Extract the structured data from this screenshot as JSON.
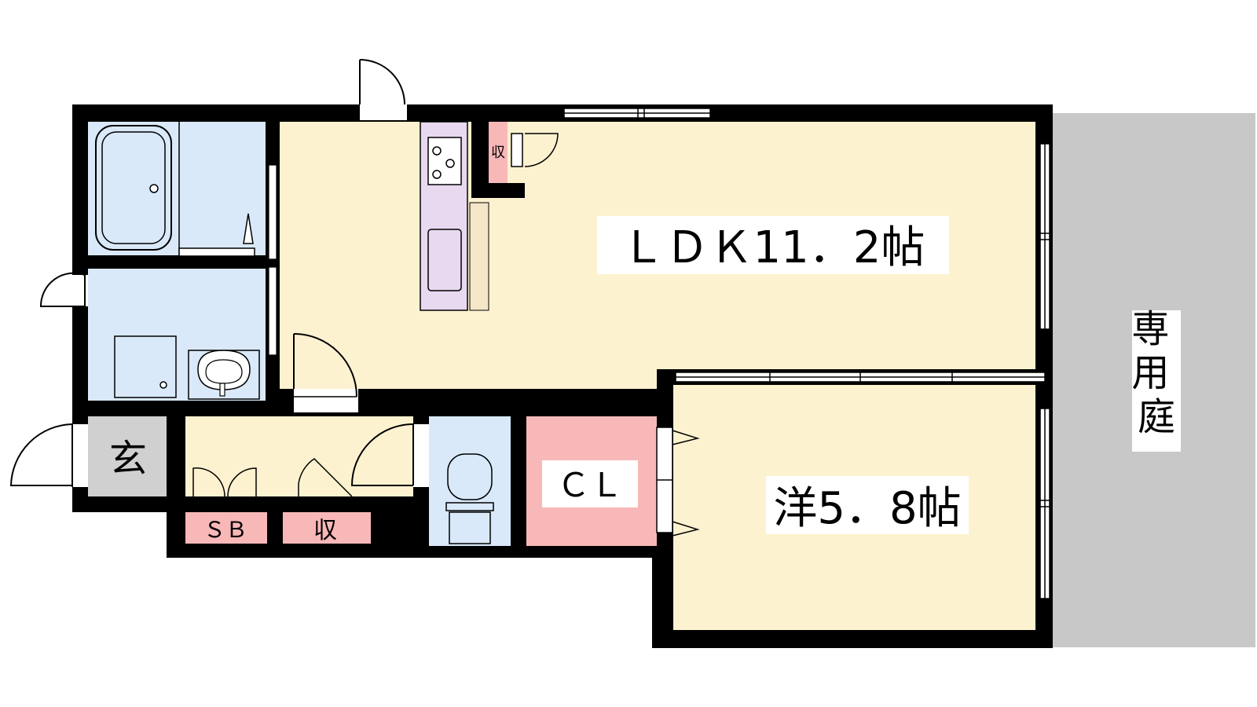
{
  "rooms": {
    "ldk": "ＬＤＫ11．2帖",
    "western": "洋5．8帖",
    "cl": "ＣＬ",
    "entrance": "玄",
    "shoe_box": "ＳＢ",
    "storage_hall": "収",
    "storage_kitchen": "収",
    "garden": "専用庭"
  },
  "colors": {
    "wall": "#000000",
    "living_floor": "#fdf2d0",
    "wet_area": "#d9e9fa",
    "storage_pink": "#f8b8b8",
    "kitchen_counter": "#e8d8f0",
    "entrance_floor": "#d0d0d0",
    "garden": "#c8c8c8"
  }
}
